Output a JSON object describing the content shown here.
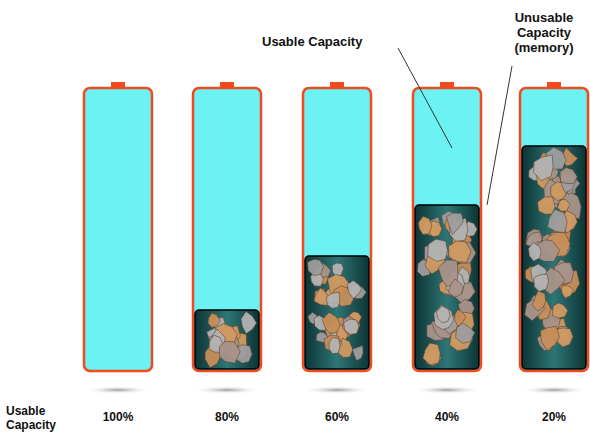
{
  "diagram": {
    "labels": [
      "Usable Capacity",
      "Unusable Capacity (memory)",
      "Usable Capacity",
      "100%",
      "80%",
      "60%",
      "40%",
      "20%"
    ]
  }
}
